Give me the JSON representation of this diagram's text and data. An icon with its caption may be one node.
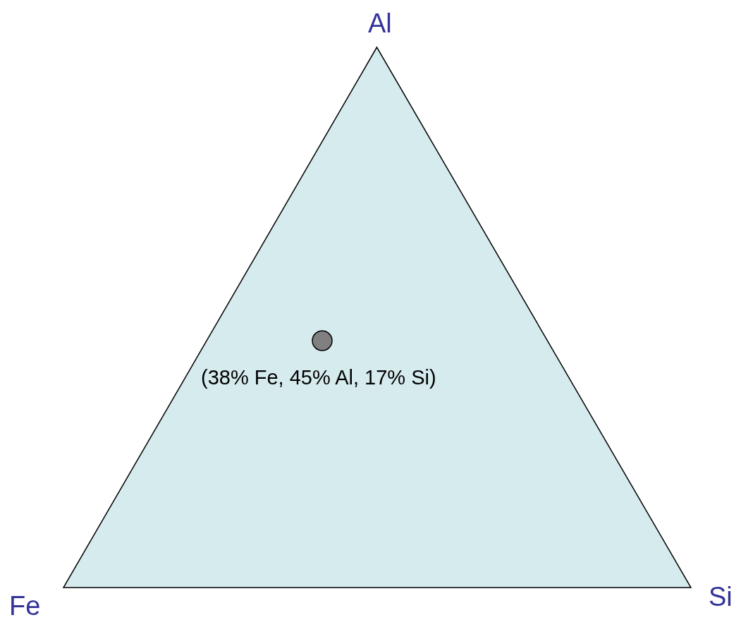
{
  "diagram": {
    "nodes": [
      {
        "text": [],
        "shape": "triangle"
      },
      {
        "text": [],
        "shape": "circle",
        "in": 0,
        "beside": [
          "(38% Fe, 45% Al, 17% Si)"
        ]
      }
    ],
    "labels": [
      "Al",
      "Fe",
      "Si"
    ]
  }
}
